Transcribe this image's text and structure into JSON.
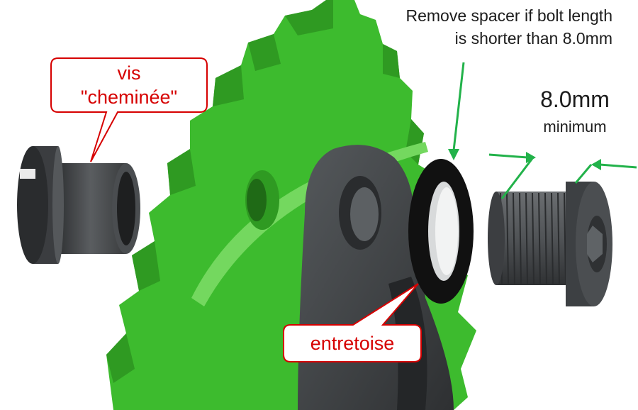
{
  "annotations": {
    "spacer_note_line1": "Remove spacer if bolt length",
    "spacer_note_line2": "is shorter than 8.0mm",
    "length_value": "8.0mm",
    "length_label": "minimum"
  },
  "callouts": {
    "screw_line1": "vis",
    "screw_line2": "\"cheminée\"",
    "spacer": "entretoise"
  },
  "colors": {
    "chainring": "#3dbb2e",
    "chainring_dark": "#2f9a22",
    "chainring_light": "#74d85f",
    "part_dark": "#3f4244",
    "spacer": "#111111",
    "callout_text": "#d60000",
    "callout_border": "#d60000",
    "arrow": "#22b24a"
  }
}
